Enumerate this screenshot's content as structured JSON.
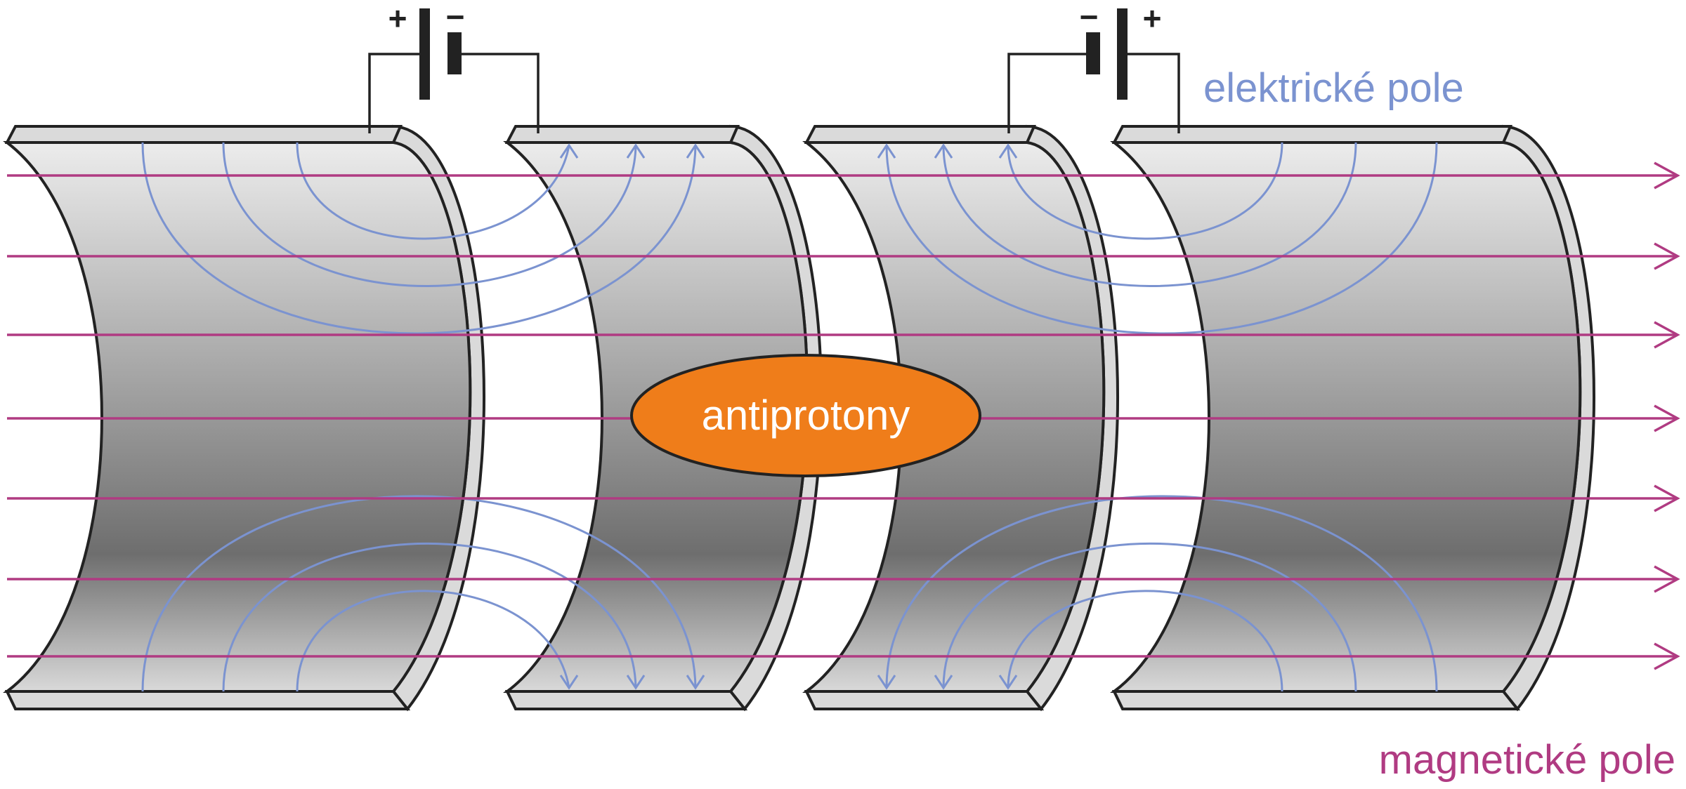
{
  "labels": {
    "electric_field": "elektrické pole",
    "magnetic_field": "magnetické pole",
    "particles": "antiprotony"
  },
  "batteries": [
    {
      "left_sign": "+",
      "right_sign": "−"
    },
    {
      "left_sign": "−",
      "right_sign": "+"
    }
  ],
  "colors": {
    "electric_field": "#7b93d0",
    "magnetic_field": "#b03b82",
    "particles_fill": "#ef7d1a",
    "outline": "#222222",
    "cylinder_light": "#ececec",
    "cylinder_dark": "#6e6e6e",
    "rim": "#dadada"
  },
  "icons": {
    "battery": "battery-icon",
    "arrowhead": "arrow-head-icon"
  }
}
